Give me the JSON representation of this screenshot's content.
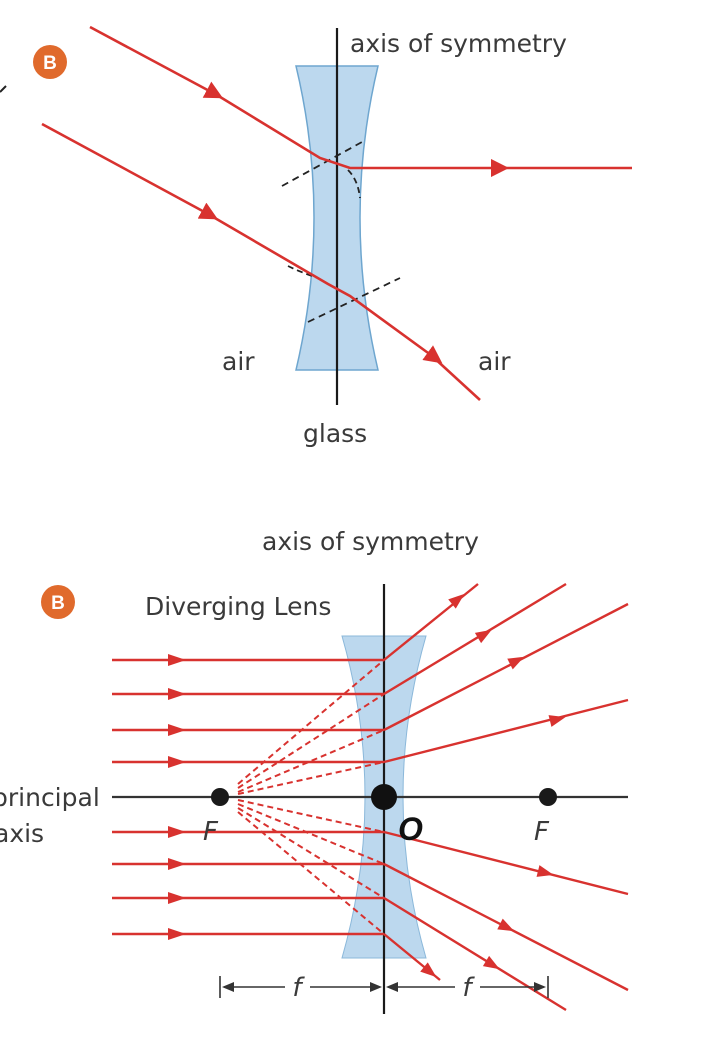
{
  "top_diagram": {
    "badge": "B",
    "axis_label": "axis of symmetry",
    "left_medium": "air",
    "right_medium": "air",
    "lens_material": "glass"
  },
  "bottom_diagram": {
    "badge": "B",
    "axis_label": "axis of symmetry",
    "title": "Diverging Lens",
    "principal_axis_line1": "principal",
    "principal_axis_line2": "axis",
    "focus_left": "F",
    "focus_right": "F",
    "optical_centre": "O",
    "focal_length_left": "f",
    "focal_length_right": "f"
  },
  "colors": {
    "ray": "#d8322f",
    "lens_fill": "#bcd8ee",
    "lens_stroke": "#6ea6cf",
    "badge": "#e06a2c",
    "axis": "#1a1a1a"
  }
}
